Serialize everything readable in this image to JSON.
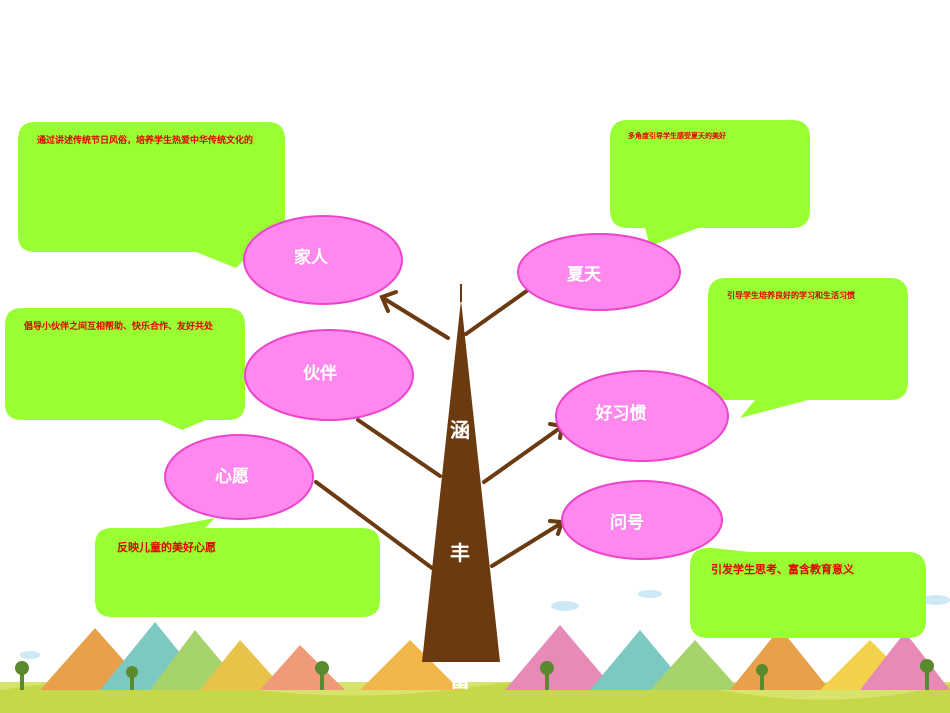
{
  "trunk": {
    "chars": [
      "涵",
      "丰",
      "富"
    ]
  },
  "branches": [
    {
      "id": "jiaren",
      "label": "家人"
    },
    {
      "id": "huoban",
      "label": "伙伴"
    },
    {
      "id": "xinyuan",
      "label": "心愿"
    },
    {
      "id": "xiatian",
      "label": "夏天"
    },
    {
      "id": "haoxiguan",
      "label": "好习惯"
    },
    {
      "id": "wenhao",
      "label": "问号"
    }
  ],
  "notes": [
    {
      "id": "note-jiaren",
      "text": "通过讲述传统节日风俗，培养学生热爱中华传统文化的"
    },
    {
      "id": "note-huoban",
      "text": "倡导小伙伴之间互相帮助、快乐合作、友好共处"
    },
    {
      "id": "note-xinyuan",
      "text": "反映儿童的美好心愿"
    },
    {
      "id": "note-xiatian",
      "text": "多角度引导学生感受夏天的美好"
    },
    {
      "id": "note-haoxiguan",
      "text": "引导学生培养良好的学习和生活习惯"
    },
    {
      "id": "note-wenhao",
      "text": "引发学生思考、富含教育意义"
    }
  ],
  "colors": {
    "note_fill": "#99ff33",
    "oval_fill": "#ff88ee",
    "oval_stroke": "#ee44cc",
    "trunk": "#6b3a10",
    "note_text": "#e00000"
  }
}
